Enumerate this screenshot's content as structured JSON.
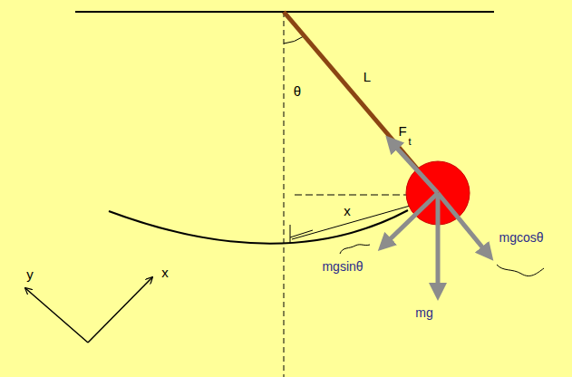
{
  "diagram": {
    "labels": [
      "θ",
      "L",
      "F",
      "t",
      "x",
      "mgsinθ",
      "mgcosθ",
      "mg",
      "y",
      "x"
    ]
  }
}
